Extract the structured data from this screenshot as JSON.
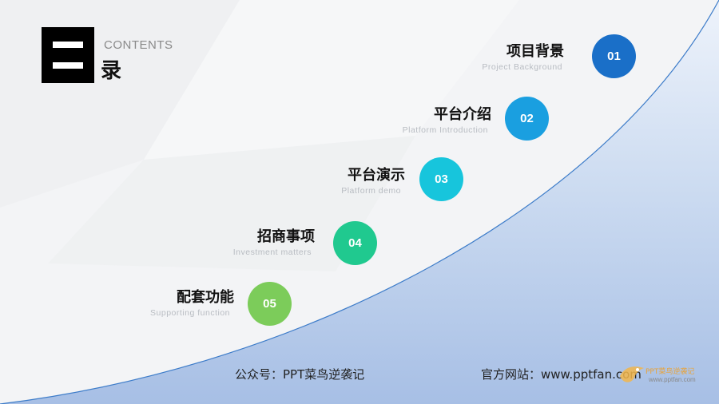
{
  "header": {
    "title_char_1": "目",
    "title_char_2": "录",
    "contents_label": "CONTENTS"
  },
  "items": [
    {
      "number": "01",
      "title": "项目背景",
      "subtitle": "Project Background",
      "color": "#1a6fc8"
    },
    {
      "number": "02",
      "title": "平台介绍",
      "subtitle": "Platform Introduction",
      "color": "#1a9fe0"
    },
    {
      "number": "03",
      "title": "平台演示",
      "subtitle": "Platform demo",
      "color": "#17c5dc"
    },
    {
      "number": "04",
      "title": "招商事项",
      "subtitle": "Investment matters",
      "color": "#20c98f"
    },
    {
      "number": "05",
      "title": "配套功能",
      "subtitle": "Supporting function",
      "color": "#7ccc5a"
    }
  ],
  "footer": {
    "wechat": "公众号：PPT菜鸟逆袭记",
    "website": "官方网站：www.pptfan.com",
    "logo_text": "PPT菜鸟逆袭记",
    "logo_url": "www.pptfan.com"
  },
  "colors": {
    "curve_line": "#3d7cc9",
    "fill_light": "#e9eff9",
    "fill_dark": "#a9c1e6"
  }
}
